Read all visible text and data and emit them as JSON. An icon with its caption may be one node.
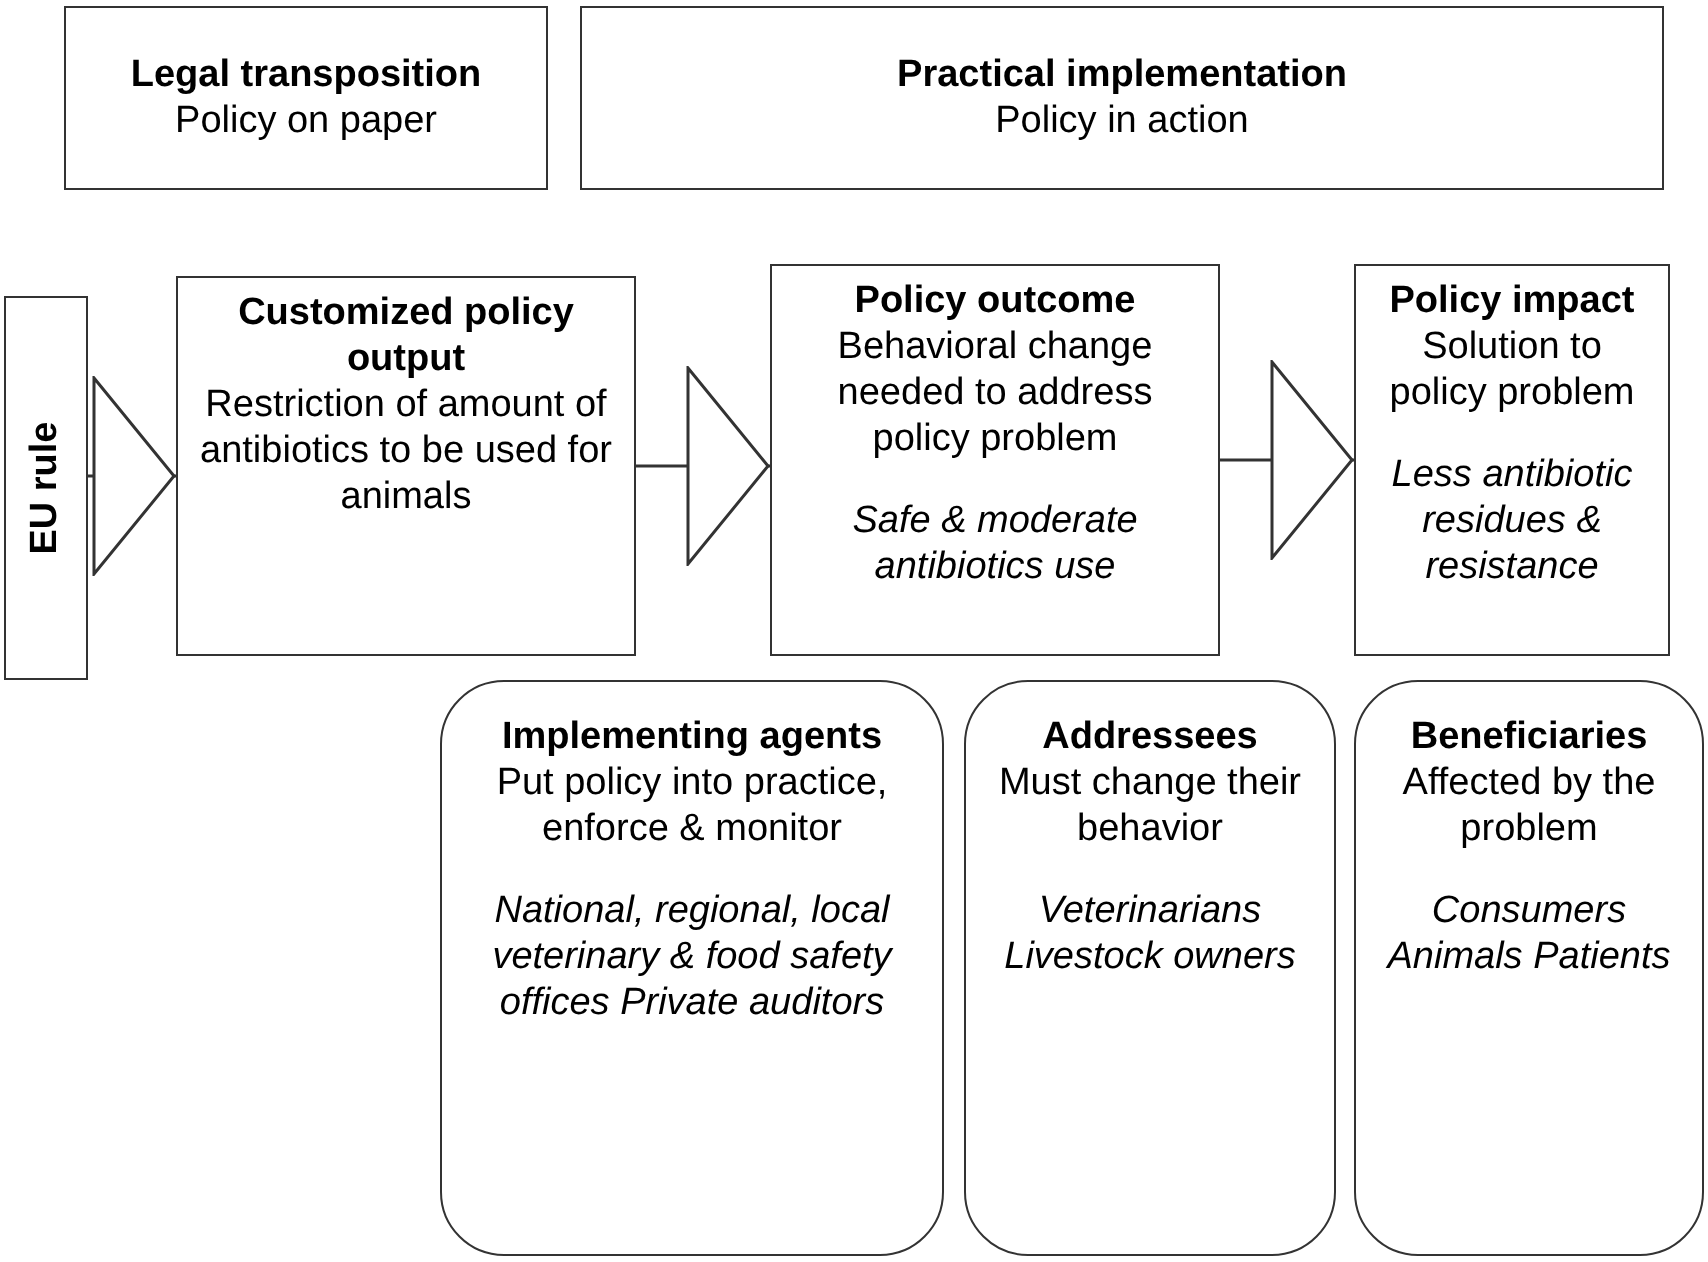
{
  "diagram": {
    "nodes": [
      {
        "text": [
          "Legal transposition",
          "Policy on paper"
        ]
      },
      {
        "text": [
          "Practical implementation",
          "Policy in action"
        ]
      },
      {
        "text": [
          "EU rule"
        ]
      },
      {
        "text": [
          "Customized policy output",
          "Restriction of amount of antibiotics to be used for animals"
        ]
      },
      {
        "text": [
          "Policy outcome",
          "Behavioral change needed to address policy problem",
          "Safe & moderate antibiotics use"
        ]
      },
      {
        "text": [
          "Policy impact",
          "Solution to policy problem",
          "Less antibiotic residues & resistance"
        ]
      },
      {
        "text": [
          "Implementing agents",
          "Put policy into practice, enforce & monitor",
          "National, regional, local veterinary & food safety offices Private auditors"
        ]
      },
      {
        "text": [
          "Addressees",
          "Must change their behavior",
          "Veterinarians Livestock owners"
        ]
      },
      {
        "text": [
          "Beneficiaries",
          "Affected by the problem",
          "Consumers Animals Patients"
        ]
      }
    ],
    "edges": [
      {
        "from": 2,
        "to": 3,
        "arrow": "to"
      },
      {
        "from": 3,
        "to": 4,
        "arrow": "to"
      },
      {
        "from": 4,
        "to": 5,
        "arrow": "to"
      }
    ]
  }
}
